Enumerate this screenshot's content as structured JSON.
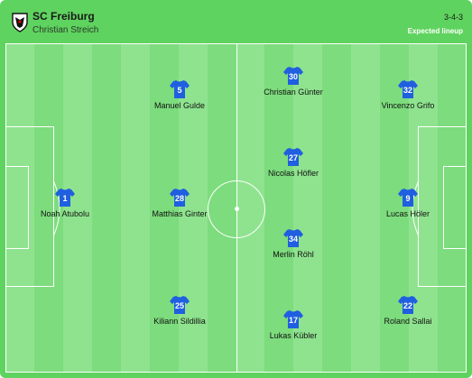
{
  "header": {
    "team_name": "SC Freiburg",
    "coach": "Christian Streich",
    "formation": "3-4-3",
    "lineup_status": "Expected lineup",
    "crest_icon": "sc-freiburg-crest-icon"
  },
  "colors": {
    "pitch_light": "#8fe38f",
    "pitch_dark": "#7ddc7d",
    "border": "#5fd35f",
    "shirt_blue": "#1f5fe0",
    "shirt_number": "#ffffff"
  },
  "players": [
    {
      "number": "1",
      "name": "Noah Atubolu"
    },
    {
      "number": "5",
      "name": "Manuel Gulde"
    },
    {
      "number": "28",
      "name": "Matthias Ginter"
    },
    {
      "number": "25",
      "name": "Kiliann Sildillia"
    },
    {
      "number": "30",
      "name": "Christian Günter"
    },
    {
      "number": "27",
      "name": "Nicolas Höfler"
    },
    {
      "number": "34",
      "name": "Merlin Röhl"
    },
    {
      "number": "17",
      "name": "Lukas Kübler"
    },
    {
      "number": "32",
      "name": "Vincenzo Grifo"
    },
    {
      "number": "9",
      "name": "Lucas Höler"
    },
    {
      "number": "22",
      "name": "Roland Sallai"
    }
  ]
}
